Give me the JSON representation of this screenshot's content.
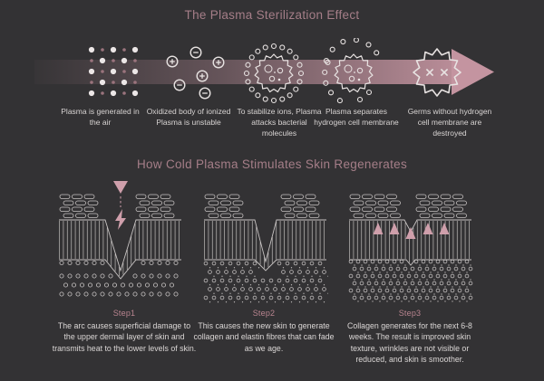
{
  "colors": {
    "background": "#333234",
    "accent_pink": "#c494a0",
    "light_pink": "#cf9fab",
    "muted_pink": "#9b747d",
    "stroke_white": "#e8e3e2",
    "title_pink": "#a57e88",
    "step_label_pink": "#b8848f",
    "body_text": "#dbd7d6"
  },
  "section1": {
    "title": "The Plasma Sterilization Effect",
    "arrow_icon": "gradient-arrow-right-icon",
    "stages": [
      {
        "icon": "plasma-dot-grid-icon",
        "caption": "Plasma is generated in the air"
      },
      {
        "icon": "ionized-particles-icon",
        "caption": "Oxidized body of ionized Plasma is unstable"
      },
      {
        "icon": "bacteria-surrounded-icon",
        "caption": "To stabilize ions, Plasma attacks bacterial molecules"
      },
      {
        "icon": "membrane-separating-icon",
        "caption": "Plasma separates hydrogen cell membrane"
      },
      {
        "icon": "destroyed-germ-icon",
        "caption": "Germs without hydrogen cell membrane are destroyed"
      }
    ]
  },
  "section2": {
    "title": "How Cold Plasma Stimulates Skin Regenerates",
    "steps": [
      {
        "label": "Step1",
        "diagram": "skin-arc-damage-diagram",
        "text": "The arc causes superficial damage to the upper dermal layer of skin and transmits heat to the lower levels of skin."
      },
      {
        "label": "Step2",
        "diagram": "skin-collagen-generation-diagram",
        "text": "This causes the new skin to generate collagen and elastin fibres that can fade as we age."
      },
      {
        "label": "Step3",
        "diagram": "skin-regenerated-diagram",
        "text": "Collagen generates for the next 6-8 weeks. The result is improved skin texture, wrinkles are not visible or reduced, and skin is smoother."
      }
    ]
  }
}
